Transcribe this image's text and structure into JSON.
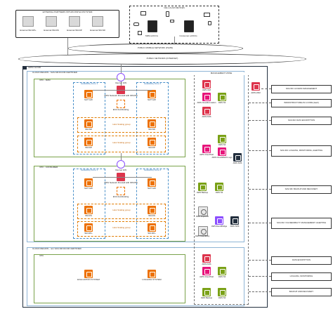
{
  "external": {
    "title": "EXTERNAL PARTNERS WITHIN RSP ECOSYSTEM",
    "servers": [
      "External SM-DP+",
      "External SM-DS",
      "External SM-DP",
      "External SM-SR"
    ]
  },
  "cellular": {
    "title": "CELLULAR DEVICES",
    "devices": [
      "M2M eUICCs",
      "Consumer eUICCs"
    ]
  },
  "networks": {
    "plmn": "PUBLIC MOBILE NETWORK (PLMN)",
    "internet": "PUBLIC NETWORK (INTERNET)"
  },
  "aws": {
    "cloud_label": "AWS CLOUD",
    "region1": "CLOUD REGION - SAS-SM DCOM CERTIFIED",
    "region2": "CLOUD REGION - non SAS-SM DCOM CERTIFIED",
    "vpc_m2m": "VPC - M2M",
    "vpc_consumer": "VPC - CONSUMER",
    "vpc": "VPC",
    "az1": "Availability Zone 1",
    "az2": "Availability Zone 2",
    "internet_gw": "Internet GW",
    "firewall": "AWS Network Firewall with IDS/IPS",
    "nat": "NAT GW",
    "ec2_asg": "EC2 AutoScaling",
    "host_group": "Host Scaling group",
    "m2m_services": [
      "SM-SR",
      "SM-DP"
    ],
    "consumer_services": [
      "SM-DS",
      "SM-DP+"
    ],
    "evaluation": "EVALUATION SYSTEM",
    "logging": "LOGGING SYSTEM"
  },
  "management": {
    "title": "MANAGEMENT ZONE",
    "hsm": "AWS HSM",
    "r1": [
      "AWS IAM",
      "AWS CloudFormation",
      "AWS S3",
      "AWS KMS"
    ],
    "r2": [
      "AWS CloudTrail",
      "AWS S3",
      "AWS CloudWatch Logs",
      "AWS SNS"
    ],
    "r3": [
      "AWS Backup",
      "AWS S3"
    ],
    "r4": [
      "AWS Inspector",
      "AWS EventBridge",
      "AWS SNS",
      "AWS GuardDuty"
    ],
    "r5": [
      "AWS KMS",
      "AWS CloudTrail",
      "AWS S3",
      "AWS Backup",
      "AWS S3"
    ]
  },
  "sidebar": [
    "SAS-SM: ACCESS MANAGEMENT",
    "INFRASTRUCTURE AS A CODE (IaaC)",
    "SAS-SM: DATA ENCRYPTION",
    "SAS-SM: LOGGING, MONITORING, ALERTING",
    "SAS-SM: BACKUP AND RECOVERY",
    "SAS-SM: VULNERABILITY MANAGEMENT /ALERTING",
    "DATA ENCRYPTION",
    "LOGGING, MONITORING",
    "BACKUP AND RECOVERY"
  ]
}
